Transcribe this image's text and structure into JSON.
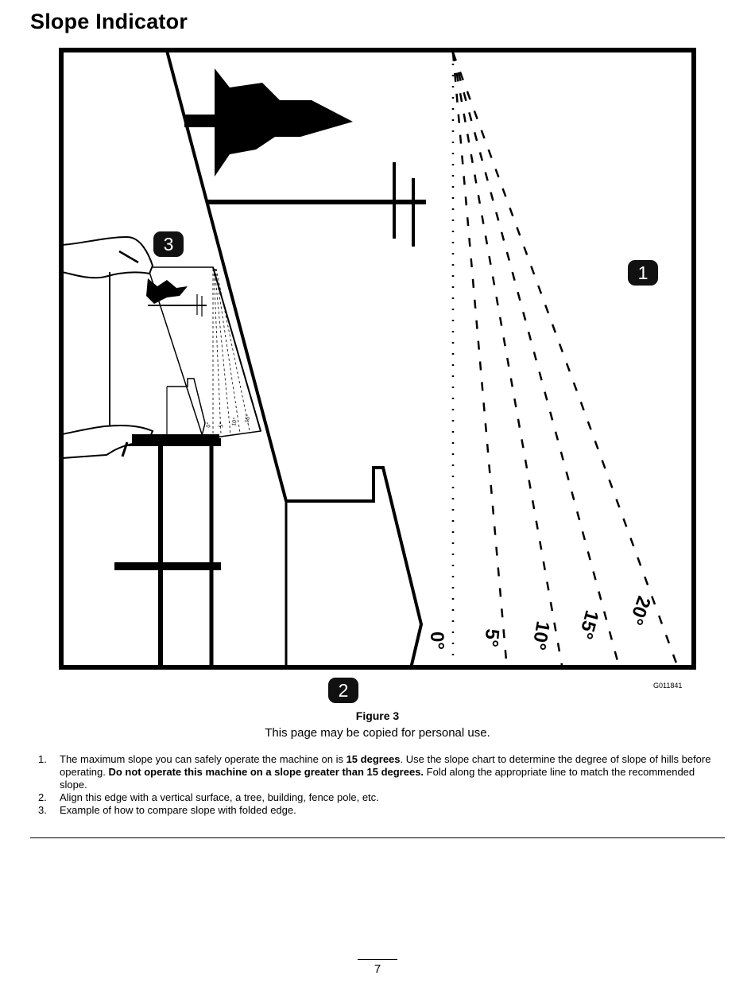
{
  "title": "Slope Indicator",
  "figure": {
    "code": "G011841",
    "callouts": [
      "1",
      "2",
      "3"
    ],
    "angle_labels": [
      "0°",
      "5°",
      "10°",
      "15°",
      "20°"
    ],
    "small_angle_labels": [
      "0°",
      "5°",
      "10°",
      "15°"
    ],
    "label": "Figure 3",
    "copy_note": "This page may be copied for personal use."
  },
  "notes": [
    {
      "number": "1.",
      "parts": [
        {
          "text": "The maximum slope you can safely operate the machine on is ",
          "bold": false
        },
        {
          "text": "15 degrees",
          "bold": true
        },
        {
          "text": ". Use the slope chart to determine the degree of slope of hills before operating. ",
          "bold": false
        },
        {
          "text": "Do not operate this machine on a slope greater than 15 degrees.",
          "bold": true
        },
        {
          "text": " Fold along the appropriate line to match the recommended slope.",
          "bold": false
        }
      ]
    },
    {
      "number": "2.",
      "parts": [
        {
          "text": "Align this edge with a vertical surface, a tree, building, fence pole, etc.",
          "bold": false
        }
      ]
    },
    {
      "number": "3.",
      "parts": [
        {
          "text": "Example of how to compare slope with folded edge.",
          "bold": false
        }
      ]
    }
  ],
  "page_number": "7"
}
